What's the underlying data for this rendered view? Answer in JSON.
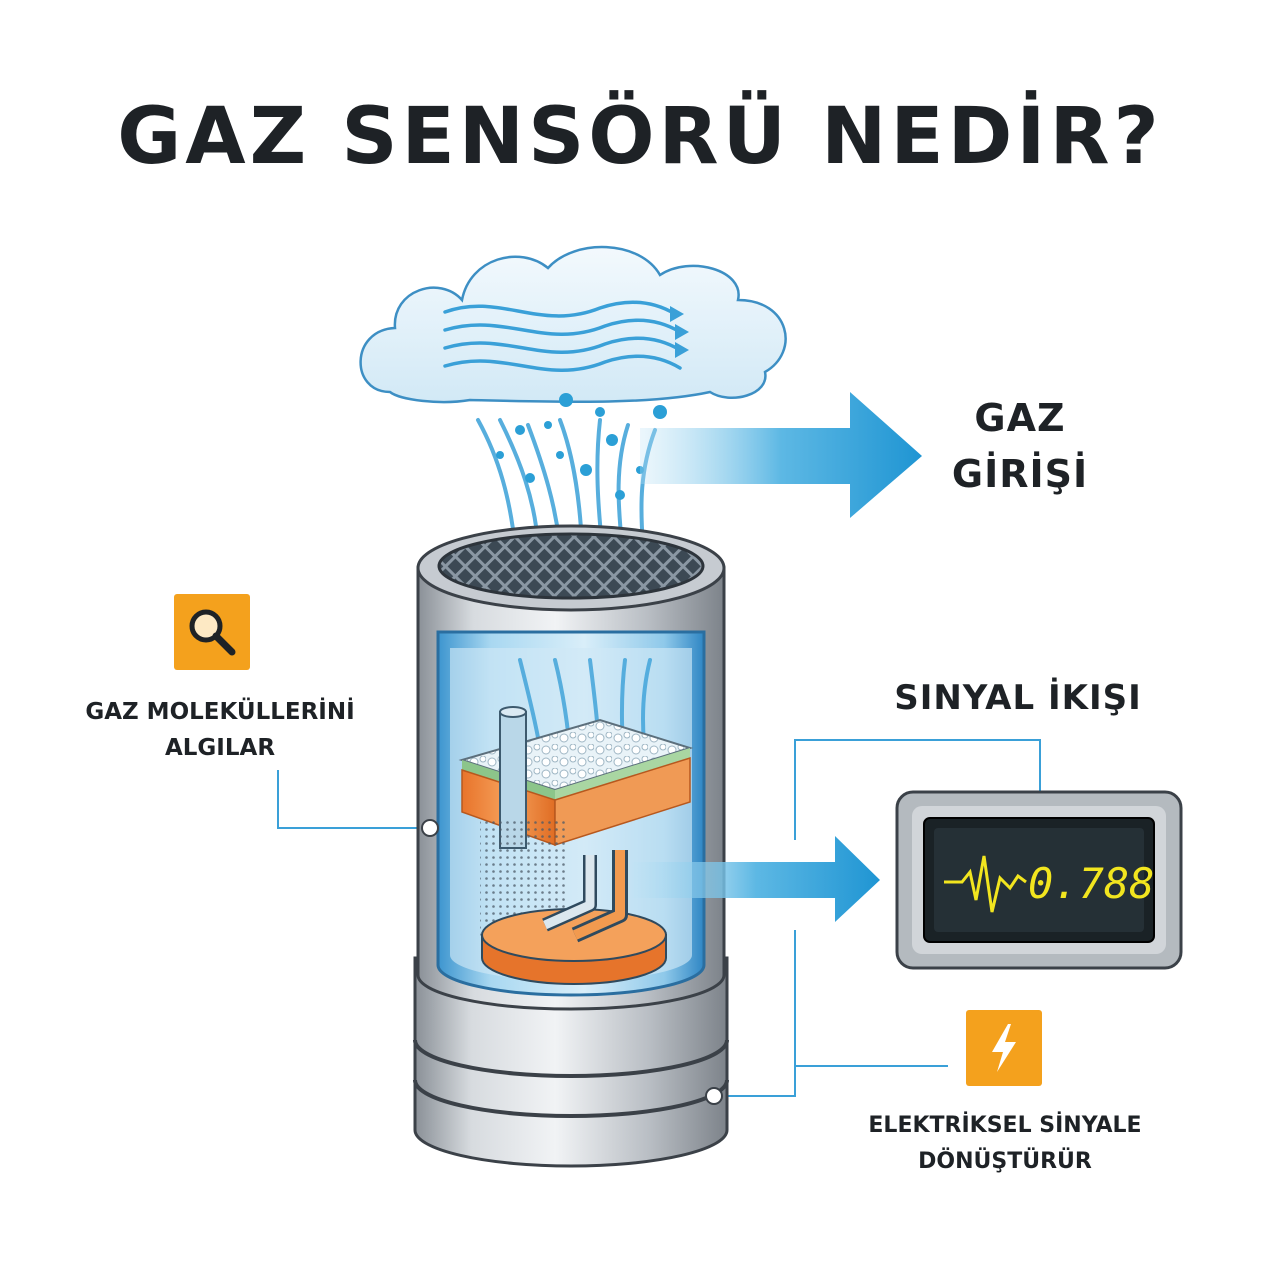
{
  "title": "GAZ SENSÖRÜ NEDİR?",
  "labels": {
    "gas_input_line1": "GAZ",
    "gas_input_line2": "GİRİŞİ",
    "signal_output": "SINYAL İKIŞI",
    "detects_line1": "GAZ MOLEKÜLLERİNİ",
    "detects_line2": "ALGILAR",
    "converts_line1": "ELEKTRİKSEL SİNYALE",
    "converts_line2": "DÖNÜŞTÜRÜR"
  },
  "display": {
    "reading": "0.788"
  },
  "icons": {
    "detect_badge": "magnifier-icon",
    "convert_badge": "lightning-icon",
    "badge_color": "#f4a11d"
  },
  "colors": {
    "accent_blue": "#2b9fd6",
    "line_blue": "#3aa0d8",
    "lcd_yellow": "#f2e51f",
    "orange": "#f2853a"
  }
}
